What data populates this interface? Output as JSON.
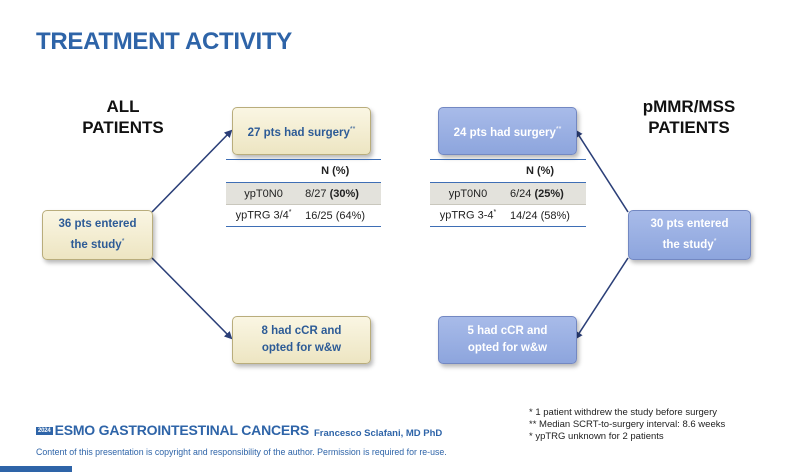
{
  "title": "TREATMENT ACTIVITY",
  "left": {
    "heading": "ALL\nPATIENTS",
    "entered": "36 pts entered\nthe study",
    "entered_mark": "*",
    "surgery": "27 pts had surgery",
    "surgery_mark": "**",
    "ccr": "8 had cCR and\nopted for w&w",
    "table": {
      "col_header": "N (%)",
      "rows": [
        {
          "label": "ypT0N0",
          "mark": "",
          "value": "8/27 ",
          "pct": "(30%)",
          "bold": true
        },
        {
          "label": "ypTRG 3/4",
          "mark": "*",
          "value": "16/25 (64%)",
          "pct": "",
          "bold": false
        }
      ]
    }
  },
  "right": {
    "heading": "pMMR/MSS\nPATIENTS",
    "entered": "30 pts entered\nthe study",
    "entered_mark": "*",
    "surgery": "24 pts had surgery",
    "surgery_mark": "**",
    "ccr": "5 had cCR and\nopted for w&w",
    "table": {
      "col_header": "N (%)",
      "rows": [
        {
          "label": "ypT0N0",
          "mark": "",
          "value": "6/24 ",
          "pct": "(25%)",
          "bold": true
        },
        {
          "label": "ypTRG 3-4",
          "mark": "*",
          "value": "14/24 (58%)",
          "pct": "",
          "bold": false
        }
      ]
    }
  },
  "footer": {
    "logo_year": "2024",
    "logo": "ESMO GASTROINTESTINAL CANCERS",
    "author": "Francesco Sclafani, MD PhD",
    "copyright": "Content of this presentation is copyright and responsibility of the author. Permission is required for re-use.",
    "notes": [
      "* 1 patient withdrew the study before surgery",
      "** Median SCRT-to-surgery interval: 8.6 weeks",
      "* ypTRG unknown for 2 patients"
    ]
  },
  "colors": {
    "title_blue": "#2e64a8",
    "beige_box": "#ede5c2",
    "blue_box": "#8da5dd",
    "arrow": "#2b3f78"
  }
}
